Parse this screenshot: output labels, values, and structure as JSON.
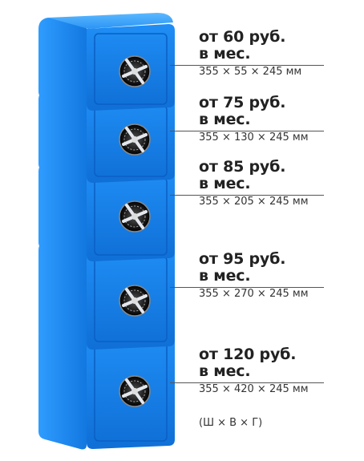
{
  "colors": {
    "safe_body": "#1a8cf0",
    "safe_dark": "#0a5fc4",
    "safe_light": "#4fb0ff",
    "dial": "#222222",
    "handle": "#d8dde3"
  },
  "icon": "safe-icon",
  "safes": [
    {
      "price_line1": "от 60 руб.",
      "price_line2": "в мес.",
      "dimensions": "355 × 55 × 245 мм"
    },
    {
      "price_line1": "от 75 руб.",
      "price_line2": "в мес.",
      "dimensions": "355 × 130 × 245 мм"
    },
    {
      "price_line1": "от 85 руб.",
      "price_line2": "в мес.",
      "dimensions": "355 × 205 × 245 мм"
    },
    {
      "price_line1": "от 95 руб.",
      "price_line2": "в мес.",
      "dimensions": "355 × 270 × 245 мм"
    },
    {
      "price_line1": "от 120 руб.",
      "price_line2": "в мес.",
      "dimensions": "355 × 420 × 245 мм"
    }
  ],
  "footnote": "(Ш × В × Г)"
}
